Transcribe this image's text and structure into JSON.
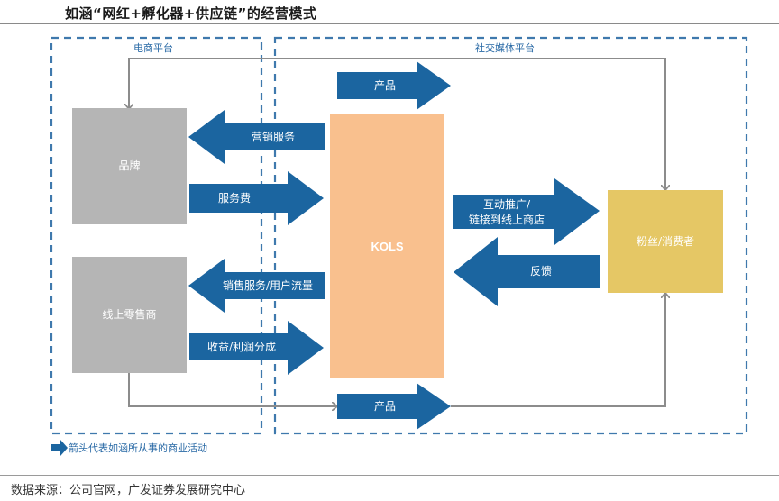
{
  "title": "如涵“网红+孵化器+供应链”的经营模式",
  "footer": "数据来源：公司官网，广发证券发展研究中心",
  "colors": {
    "arrow": "#1b65a0",
    "dash": "#3f79ad",
    "node_gray": "#b5b5b5",
    "node_kols": "#f9c08e",
    "node_fans": "#e5c765",
    "connector": "#8c8c8c"
  },
  "zones": {
    "ecommerce": "电商平台",
    "social": "社交媒体平台"
  },
  "nodes": {
    "brand": "品牌",
    "retailer": "线上零售商",
    "kols": "KOLS",
    "fans": "粉丝/消费者"
  },
  "flows": {
    "product_top": "产品",
    "marketing_service": "营销服务",
    "service_fee": "服务费",
    "sales_service": "销售服务/用户流量",
    "revenue_share": "收益/利润分成",
    "promotion_line1": "互动推广/",
    "promotion_line2": "链接到线上商店",
    "feedback": "反馈",
    "product_bottom": "产品"
  },
  "legend": {
    "text": "箭头代表如涵所从事的商业活动",
    "icon": "blue-arrow-icon"
  }
}
